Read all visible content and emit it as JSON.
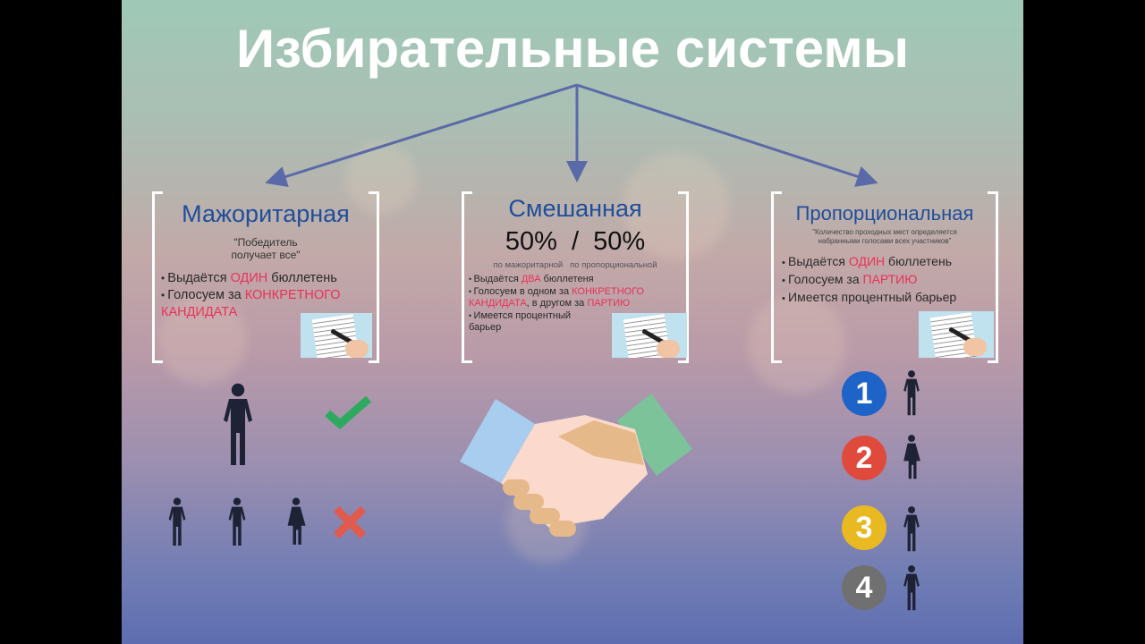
{
  "title": "Избирательные системы",
  "columns": [
    {
      "heading": "Мажоритарная",
      "quote_line1": "\"Победитель",
      "quote_line2": "получает все\"",
      "b1a": "Выдаётся ",
      "b1b": "ОДИН",
      "b1c": " бюллетень",
      "b2a": "Голосуем за ",
      "b2b": "КОНКРЕТНОГО КАНДИДАТА"
    },
    {
      "heading": "Смешанная",
      "ratio": "50%  /  50%",
      "sub_left": "по мажоритарной",
      "sub_right": "по пропорциональной",
      "b1a": "Выдаётся ",
      "b1b": "ДВА",
      "b1c": " бюллетеня",
      "b2a": "Голосуем в одном за ",
      "b2b": "КОНКРЕТНОГО КАНДИДАТА",
      "b2c": ", в другом за ",
      "b2d": "ПАРТИЮ",
      "b3": "Имеется процентный барьер"
    },
    {
      "heading": "Пропорциональная",
      "quote_line1": "\"Количество проходных мест определяется",
      "quote_line2": "набранными голосами всех участников\"",
      "b1a": "Выдаётся ",
      "b1b": "ОДИН",
      "b1c": " бюллетень",
      "b2a": "Голосуем за ",
      "b2b": "ПАРТИЮ",
      "b3": "Имеется процентный барьер"
    }
  ],
  "ranks": [
    "1",
    "2",
    "3",
    "4"
  ],
  "colors": {
    "heading": "#1f4e9a",
    "highlight": "#e8325a",
    "rank1": "#1e63c8",
    "rank2": "#e04a3c",
    "rank3": "#e8b920",
    "rank4": "#707070"
  }
}
